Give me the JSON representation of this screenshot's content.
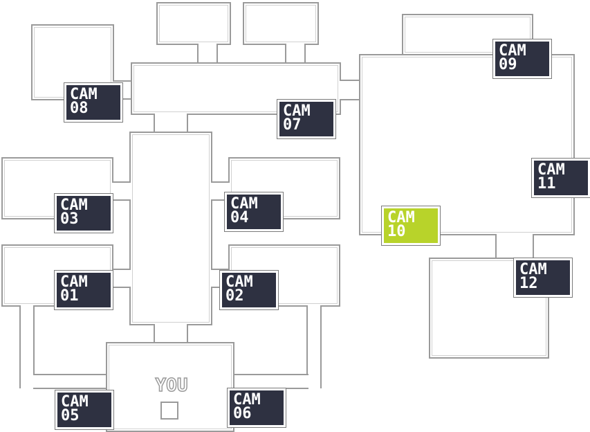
{
  "map": {
    "you_label": "YOU",
    "cameras": [
      {
        "id": "cam-08",
        "line1": "CAM",
        "line2": "08",
        "active": false
      },
      {
        "id": "cam-07",
        "line1": "CAM",
        "line2": "07",
        "active": false
      },
      {
        "id": "cam-09",
        "line1": "CAM",
        "line2": "09",
        "active": false
      },
      {
        "id": "cam-03",
        "line1": "CAM",
        "line2": "03",
        "active": false
      },
      {
        "id": "cam-04",
        "line1": "CAM",
        "line2": "04",
        "active": false
      },
      {
        "id": "cam-11",
        "line1": "CAM",
        "line2": "11",
        "active": false
      },
      {
        "id": "cam-10",
        "line1": "CAM",
        "line2": "10",
        "active": true
      },
      {
        "id": "cam-01",
        "line1": "CAM",
        "line2": "01",
        "active": false
      },
      {
        "id": "cam-02",
        "line1": "CAM",
        "line2": "02",
        "active": false
      },
      {
        "id": "cam-12",
        "line1": "CAM",
        "line2": "12",
        "active": false
      },
      {
        "id": "cam-05",
        "line1": "CAM",
        "line2": "05",
        "active": false
      },
      {
        "id": "cam-06",
        "line1": "CAM",
        "line2": "06",
        "active": false
      }
    ]
  },
  "colors": {
    "camera_bg": "#2e3141",
    "camera_active_bg": "#b8d32a",
    "wall": "#9a9a9a",
    "background": "#ffffff"
  }
}
